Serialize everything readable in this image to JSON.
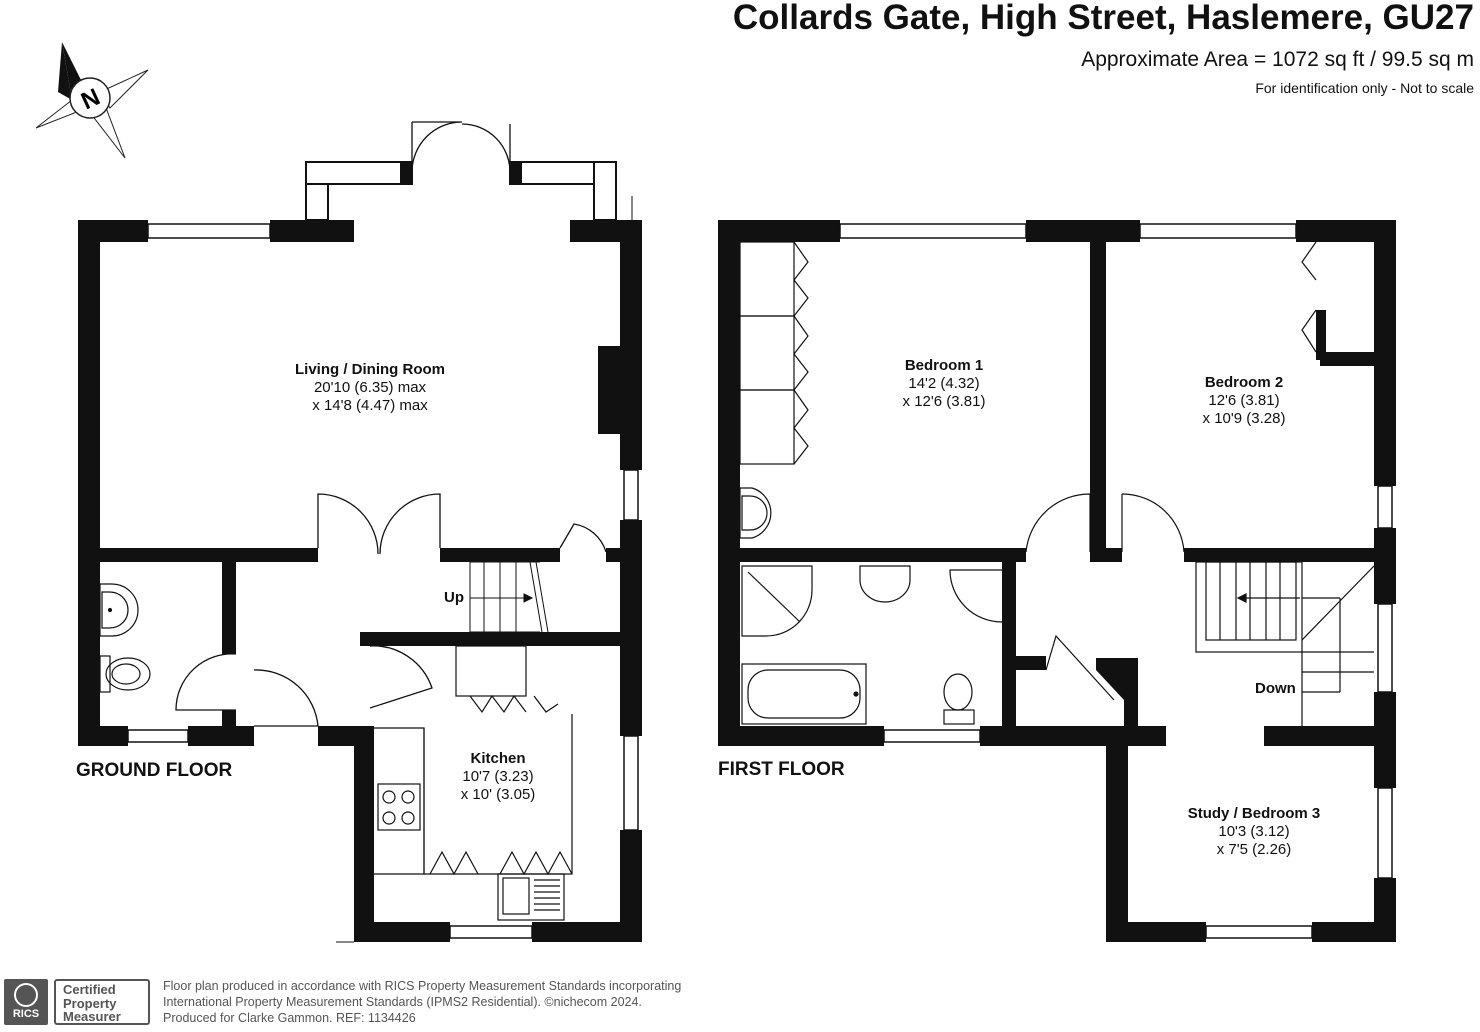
{
  "header": {
    "title": "Collards Gate, High Street, Haslemere, GU27",
    "area": "Approximate Area = 1072 sq ft / 99.5 sq m",
    "note": "For identification only - Not to scale"
  },
  "compass": {
    "letter": "N",
    "icon": "north-arrow-icon"
  },
  "ground_floor": {
    "label": "GROUND FLOOR",
    "stairs_label": "Up",
    "rooms": [
      {
        "name": "Living / Dining Room",
        "dim1": "20'10 (6.35) max",
        "dim2": "x 14'8 (4.47) max"
      },
      {
        "name": "Kitchen",
        "dim1": "10'7 (3.23)",
        "dim2": "x 10' (3.05)"
      }
    ]
  },
  "first_floor": {
    "label": "FIRST FLOOR",
    "stairs_label": "Down",
    "rooms": [
      {
        "name": "Bedroom 1",
        "dim1": "14'2 (4.32)",
        "dim2": "x 12'6 (3.81)"
      },
      {
        "name": "Bedroom 2",
        "dim1": "12'6 (3.81)",
        "dim2": "x 10'9 (3.28)"
      },
      {
        "name": "Study / Bedroom 3",
        "dim1": "10'3 (3.12)",
        "dim2": "x 7'5 (2.26)"
      }
    ]
  },
  "footer": {
    "rics": "RICS",
    "cert_line1": "Certified",
    "cert_line2": "Property",
    "cert_line3": "Measurer",
    "line1": "Floor plan produced in accordance with RICS Property Measurement Standards incorporating",
    "line2": "International Property Measurement Standards (IPMS2 Residential).  ©nichecom 2024.",
    "line3": "Produced for Clarke Gammon.   REF: 1134426"
  }
}
